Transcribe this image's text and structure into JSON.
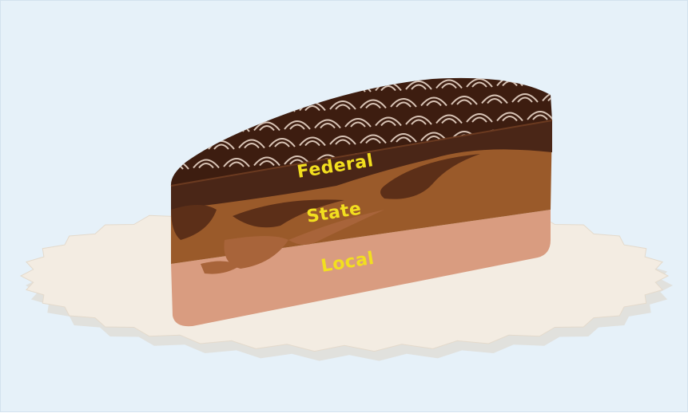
{
  "colors": {
    "background": "#e6f1f9",
    "doily": "#f3ece2",
    "doily_shadow": "#d9d0c4",
    "federal_layer": "#4a2617",
    "state_layer": "#9a5a2a",
    "local_layer": "#d99c80",
    "swirl_dark": "#5c2f18",
    "label_text": "#f2df1f",
    "frosting_swirl": "#e9d6c8"
  },
  "layers": [
    {
      "label": "Federal"
    },
    {
      "label": "State"
    },
    {
      "label": "Local"
    }
  ]
}
